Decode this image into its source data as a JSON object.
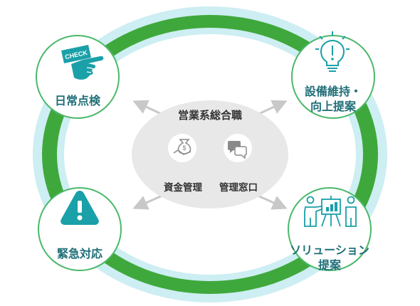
{
  "colors": {
    "outer_ring": "#cdeef2",
    "main_ring": "#3fa83c",
    "node_border": "#4bb86b",
    "icon_teal": "#1aa0a8",
    "label_text": "#1f6e78",
    "center_fill": "#e8e8e8",
    "center_icon_fill": "#ffffff",
    "center_icon_stroke": "#8a8a8a"
  },
  "center": {
    "title": "営業系総合職",
    "items": [
      {
        "label": "資金管理",
        "icon": "money-bag-hand-icon"
      },
      {
        "label": "管理窓口",
        "icon": "chat-bubbles-icon"
      }
    ]
  },
  "nodes": [
    {
      "id": "daily-inspection",
      "label": "日常点検",
      "icon": "check-pointing-hand-icon",
      "badge": "CHECK"
    },
    {
      "id": "equipment",
      "label_lines": [
        "設備維持・",
        "向上提案"
      ],
      "icon": "lightbulb-icon"
    },
    {
      "id": "emergency",
      "label": "緊急対応",
      "icon": "warning-triangle-icon"
    },
    {
      "id": "solution",
      "label_lines": [
        "ソリューション",
        "提案"
      ],
      "icon": "presentation-people-icon"
    }
  ]
}
